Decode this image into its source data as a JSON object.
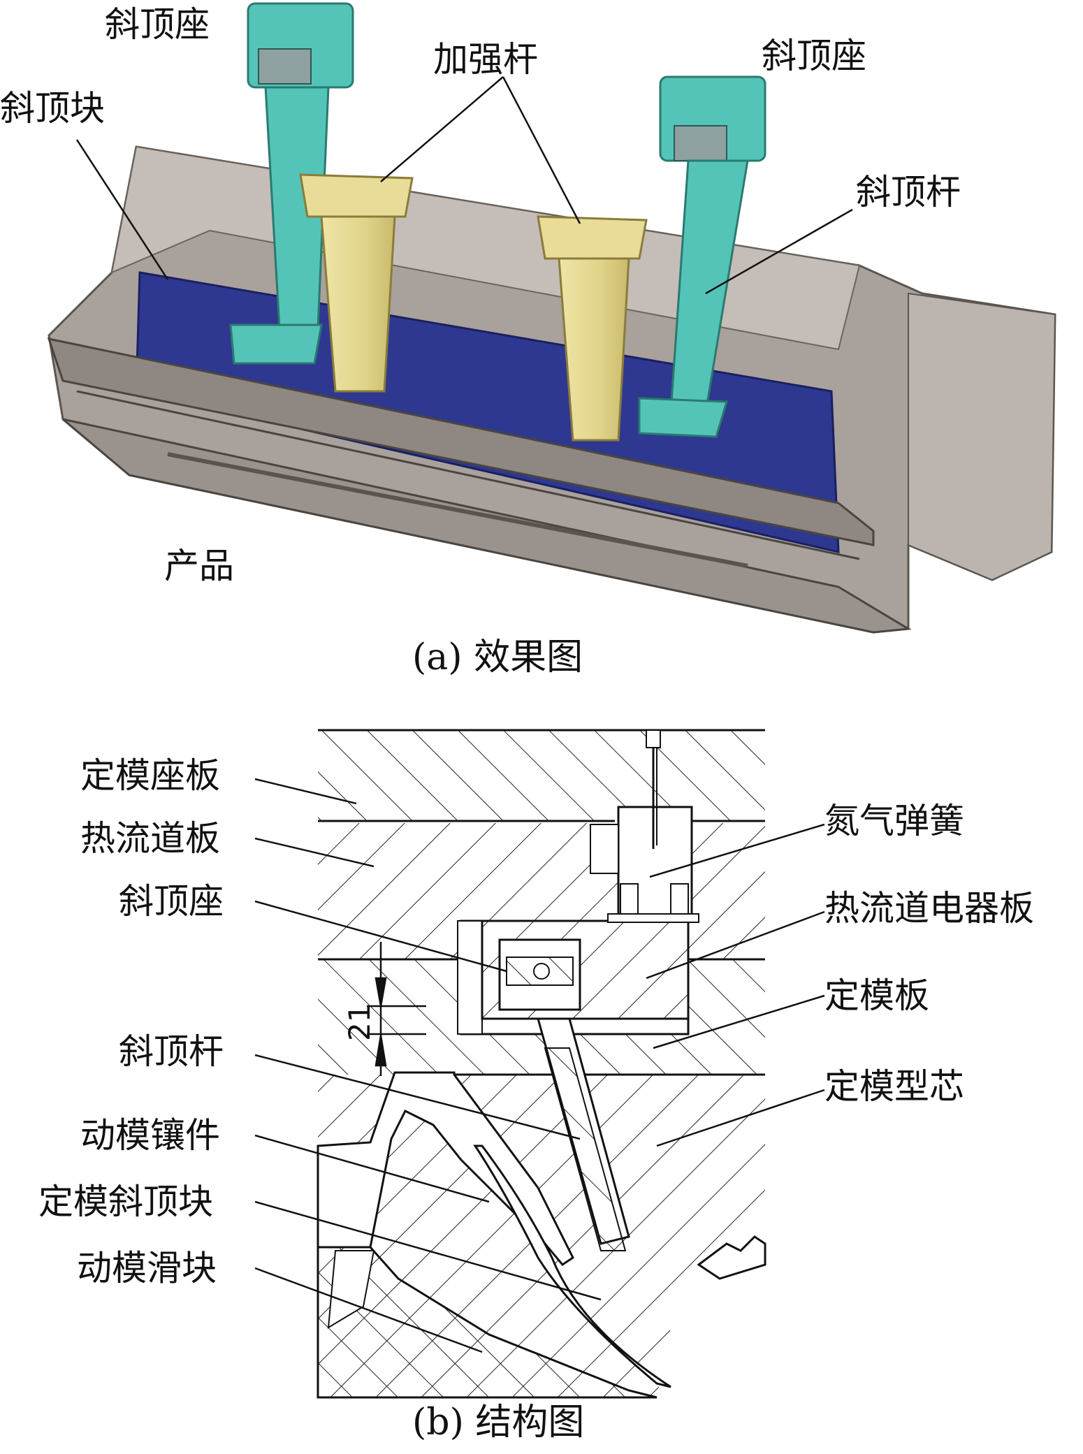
{
  "figure_a": {
    "caption": "(a) 效果图",
    "labels": {
      "slanted_seat_left": "斜顶座",
      "slanted_seat_right": "斜顶座",
      "slanted_block": "斜顶块",
      "reinforce_rod": "加强杆",
      "slanted_rod": "斜顶杆",
      "product": "产品"
    }
  },
  "figure_b": {
    "caption": "(b) 结构图",
    "dimension": "21",
    "labels": {
      "fixed_clamp_plate": "定模座板",
      "hot_runner_plate": "热流道板",
      "slanted_seat": "斜顶座",
      "slanted_rod": "斜顶杆",
      "moving_insert": "动模镶件",
      "fixed_slanted_block": "定模斜顶块",
      "moving_slider": "动模滑块",
      "nitrogen_spring": "氮气弹簧",
      "hot_runner_electric_plate": "热流道电器板",
      "fixed_plate": "定模板",
      "fixed_core": "定模型芯"
    }
  },
  "colors": {
    "product_gray": "#a9a19b",
    "block_blue": "#2e3890",
    "seat_teal": "#55c4b8",
    "rod_yellow": "#e2d68e",
    "line": "#111111"
  }
}
